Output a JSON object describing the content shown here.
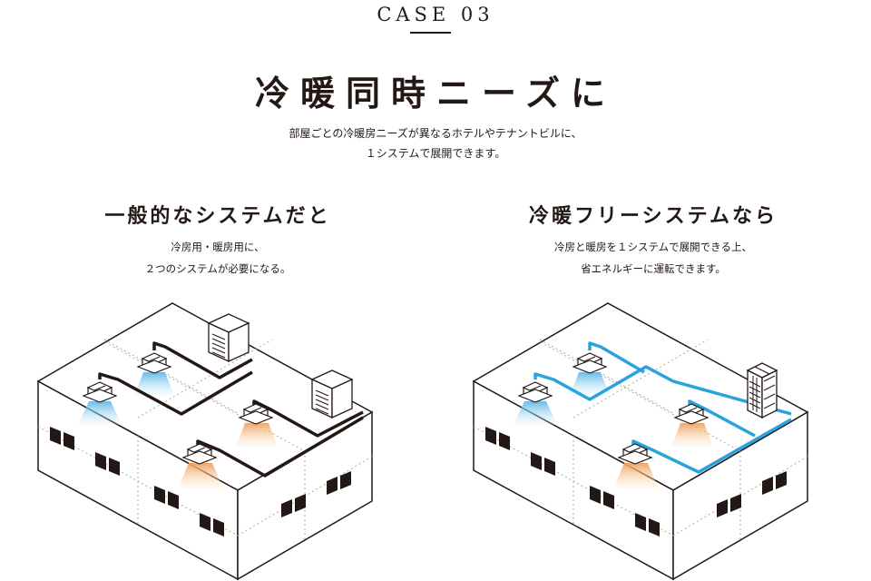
{
  "header": {
    "case_label": "CASE 03",
    "title": "冷暖同時ニーズに",
    "lead_line1": "部屋ごとの冷暖房ニーズが異なるホテルやテナントビルに、",
    "lead_line2": "１システムで展開できます。"
  },
  "columns": [
    {
      "title": "一般的なシステムだと",
      "desc_line1": "冷房用・暖房用に、",
      "desc_line2": "２つのシステムが必要になる。"
    },
    {
      "title": "冷暖フリーシステムなら",
      "desc_line1": "冷房と暖房を１システムで展開できる上、",
      "desc_line2": "省エネルギーに運転できます。"
    }
  ],
  "colors": {
    "ink": "#231815",
    "pipe_conventional": "#231815",
    "pipe_free": "#2aa3dd",
    "cool_air": "#7fc8ef",
    "warm_air": "#f5b97a"
  },
  "icons": [
    "cassette-ac-unit-icon",
    "outdoor-unit-icon",
    "heat-recovery-unit-icon",
    "window-icon"
  ]
}
